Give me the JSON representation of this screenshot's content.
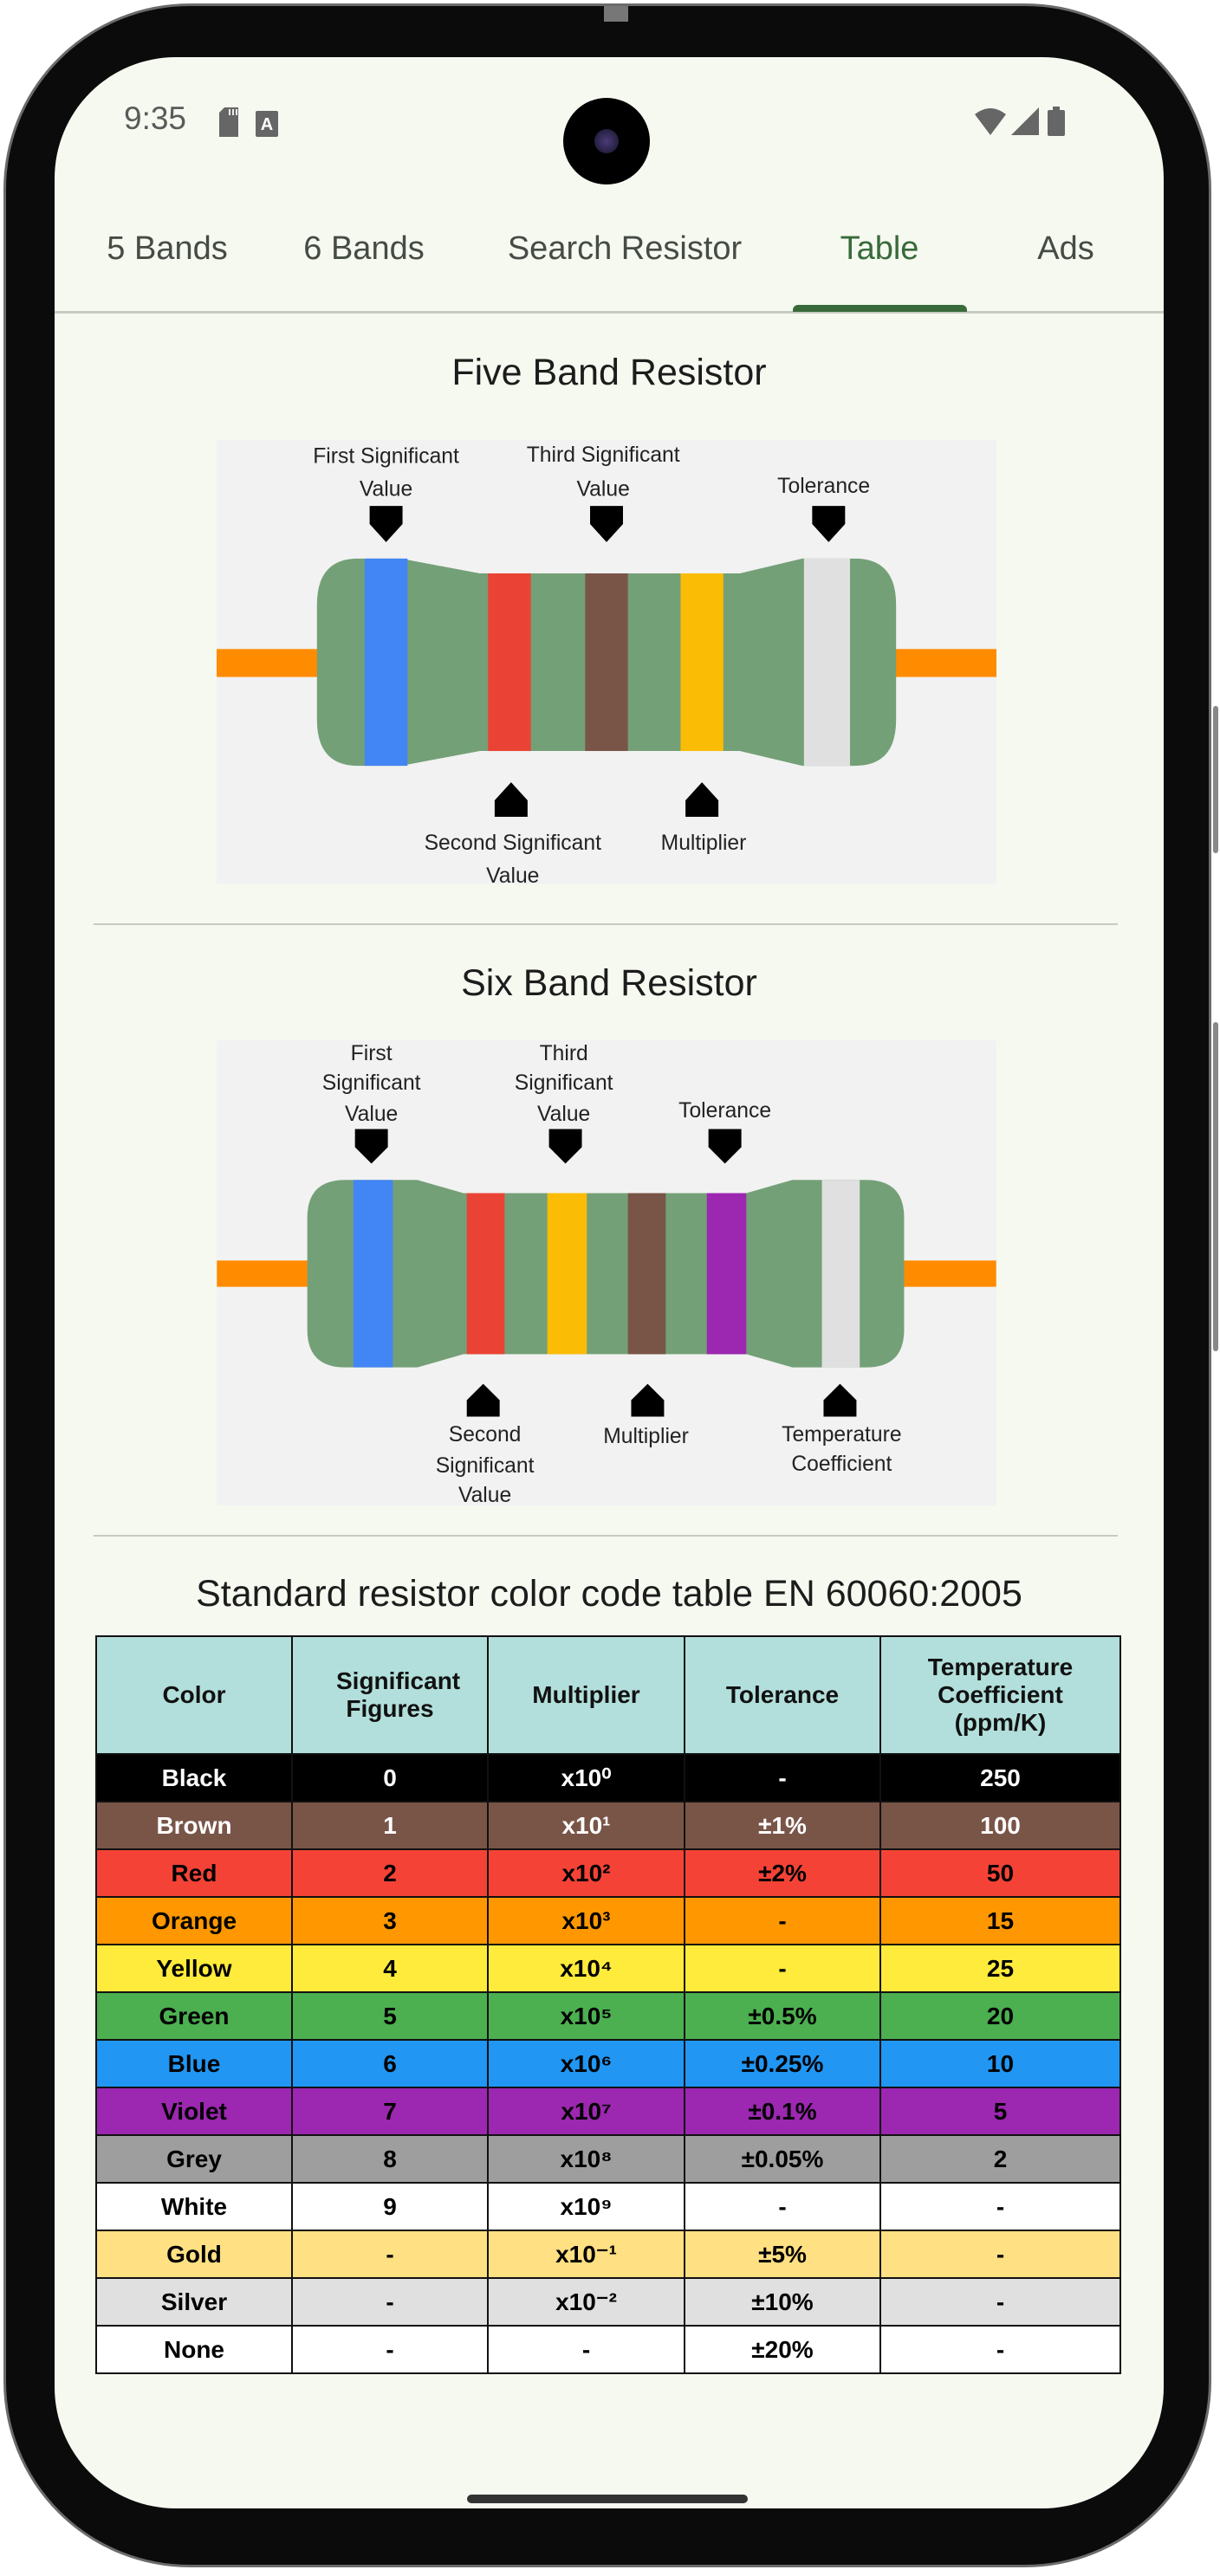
{
  "status_bar": {
    "time": "9:35",
    "icons": [
      "sd-card-icon",
      "keyboard-a-icon",
      "wifi-icon",
      "signal-icon",
      "battery-icon"
    ]
  },
  "tabs": [
    {
      "label": "5 Bands",
      "selected": false
    },
    {
      "label": "6 Bands",
      "selected": false
    },
    {
      "label": "Search Resistor",
      "selected": false
    },
    {
      "label": "Table",
      "selected": true
    },
    {
      "label": "Ads",
      "selected": false
    }
  ],
  "accent_color": "#386A3A",
  "five_band": {
    "title": "Five Band Resistor",
    "labels": {
      "first_1": "First Significant",
      "first_2": "Value",
      "third_1": "Third Significant",
      "third_2": "Value",
      "tolerance": "Tolerance",
      "second_1": "Second Significant",
      "second_2": "Value",
      "multiplier": "Multiplier"
    }
  },
  "six_band": {
    "title": "Six Band Resistor",
    "labels": {
      "first_1": "First",
      "first_2": "Significant",
      "first_3": "Value",
      "third_1": "Third",
      "third_2": "Significant",
      "third_3": "Value",
      "tolerance": "Tolerance",
      "second_1": "Second",
      "second_2": "Significant",
      "second_3": "Value",
      "multiplier": "Multiplier",
      "temp_1": "Temperature",
      "temp_2": "Coefficient"
    }
  },
  "table": {
    "title": "Standard resistor color code table EN 60060:2005",
    "headers": [
      "Color",
      "Significant Figures",
      "Multiplier",
      "Tolerance",
      "Temperature Coefficient (ppm/K)"
    ],
    "rows": [
      {
        "cells": [
          "Black",
          "0",
          "x10⁰",
          "-",
          "250"
        ],
        "bg": "#000000",
        "fg": "#FFFFFF"
      },
      {
        "cells": [
          "Brown",
          "1",
          "x10¹",
          "±1%",
          "100"
        ],
        "bg": "#795548",
        "fg": "#FFFFFF"
      },
      {
        "cells": [
          "Red",
          "2",
          "x10²",
          "±2%",
          "50"
        ],
        "bg": "#F44336",
        "fg": "#000000"
      },
      {
        "cells": [
          "Orange",
          "3",
          "x10³",
          "-",
          "15"
        ],
        "bg": "#FF9800",
        "fg": "#000000"
      },
      {
        "cells": [
          "Yellow",
          "4",
          "x10⁴",
          "-",
          "25"
        ],
        "bg": "#FFEB3B",
        "fg": "#000000"
      },
      {
        "cells": [
          "Green",
          "5",
          "x10⁵",
          "±0.5%",
          "20"
        ],
        "bg": "#4CAF50",
        "fg": "#000000"
      },
      {
        "cells": [
          "Blue",
          "6",
          "x10⁶",
          "±0.25%",
          "10"
        ],
        "bg": "#2196F3",
        "fg": "#000000"
      },
      {
        "cells": [
          "Violet",
          "7",
          "x10⁷",
          "±0.1%",
          "5"
        ],
        "bg": "#9C27B0",
        "fg": "#000000"
      },
      {
        "cells": [
          "Grey",
          "8",
          "x10⁸",
          "±0.05%",
          "2"
        ],
        "bg": "#9E9E9E",
        "fg": "#000000"
      },
      {
        "cells": [
          "White",
          "9",
          "x10⁹",
          "-",
          "-"
        ],
        "bg": "#FFFFFF",
        "fg": "#000000"
      },
      {
        "cells": [
          "Gold",
          "-",
          "x10⁻¹",
          "±5%",
          "-"
        ],
        "bg": "#FFE082",
        "fg": "#000000"
      },
      {
        "cells": [
          "Silver",
          "-",
          "x10⁻²",
          "±10%",
          "-"
        ],
        "bg": "#E0E0E0",
        "fg": "#000000"
      },
      {
        "cells": [
          "None",
          "-",
          "-",
          "±20%",
          "-"
        ],
        "bg": "#FFFFFF",
        "fg": "#000000"
      }
    ]
  }
}
